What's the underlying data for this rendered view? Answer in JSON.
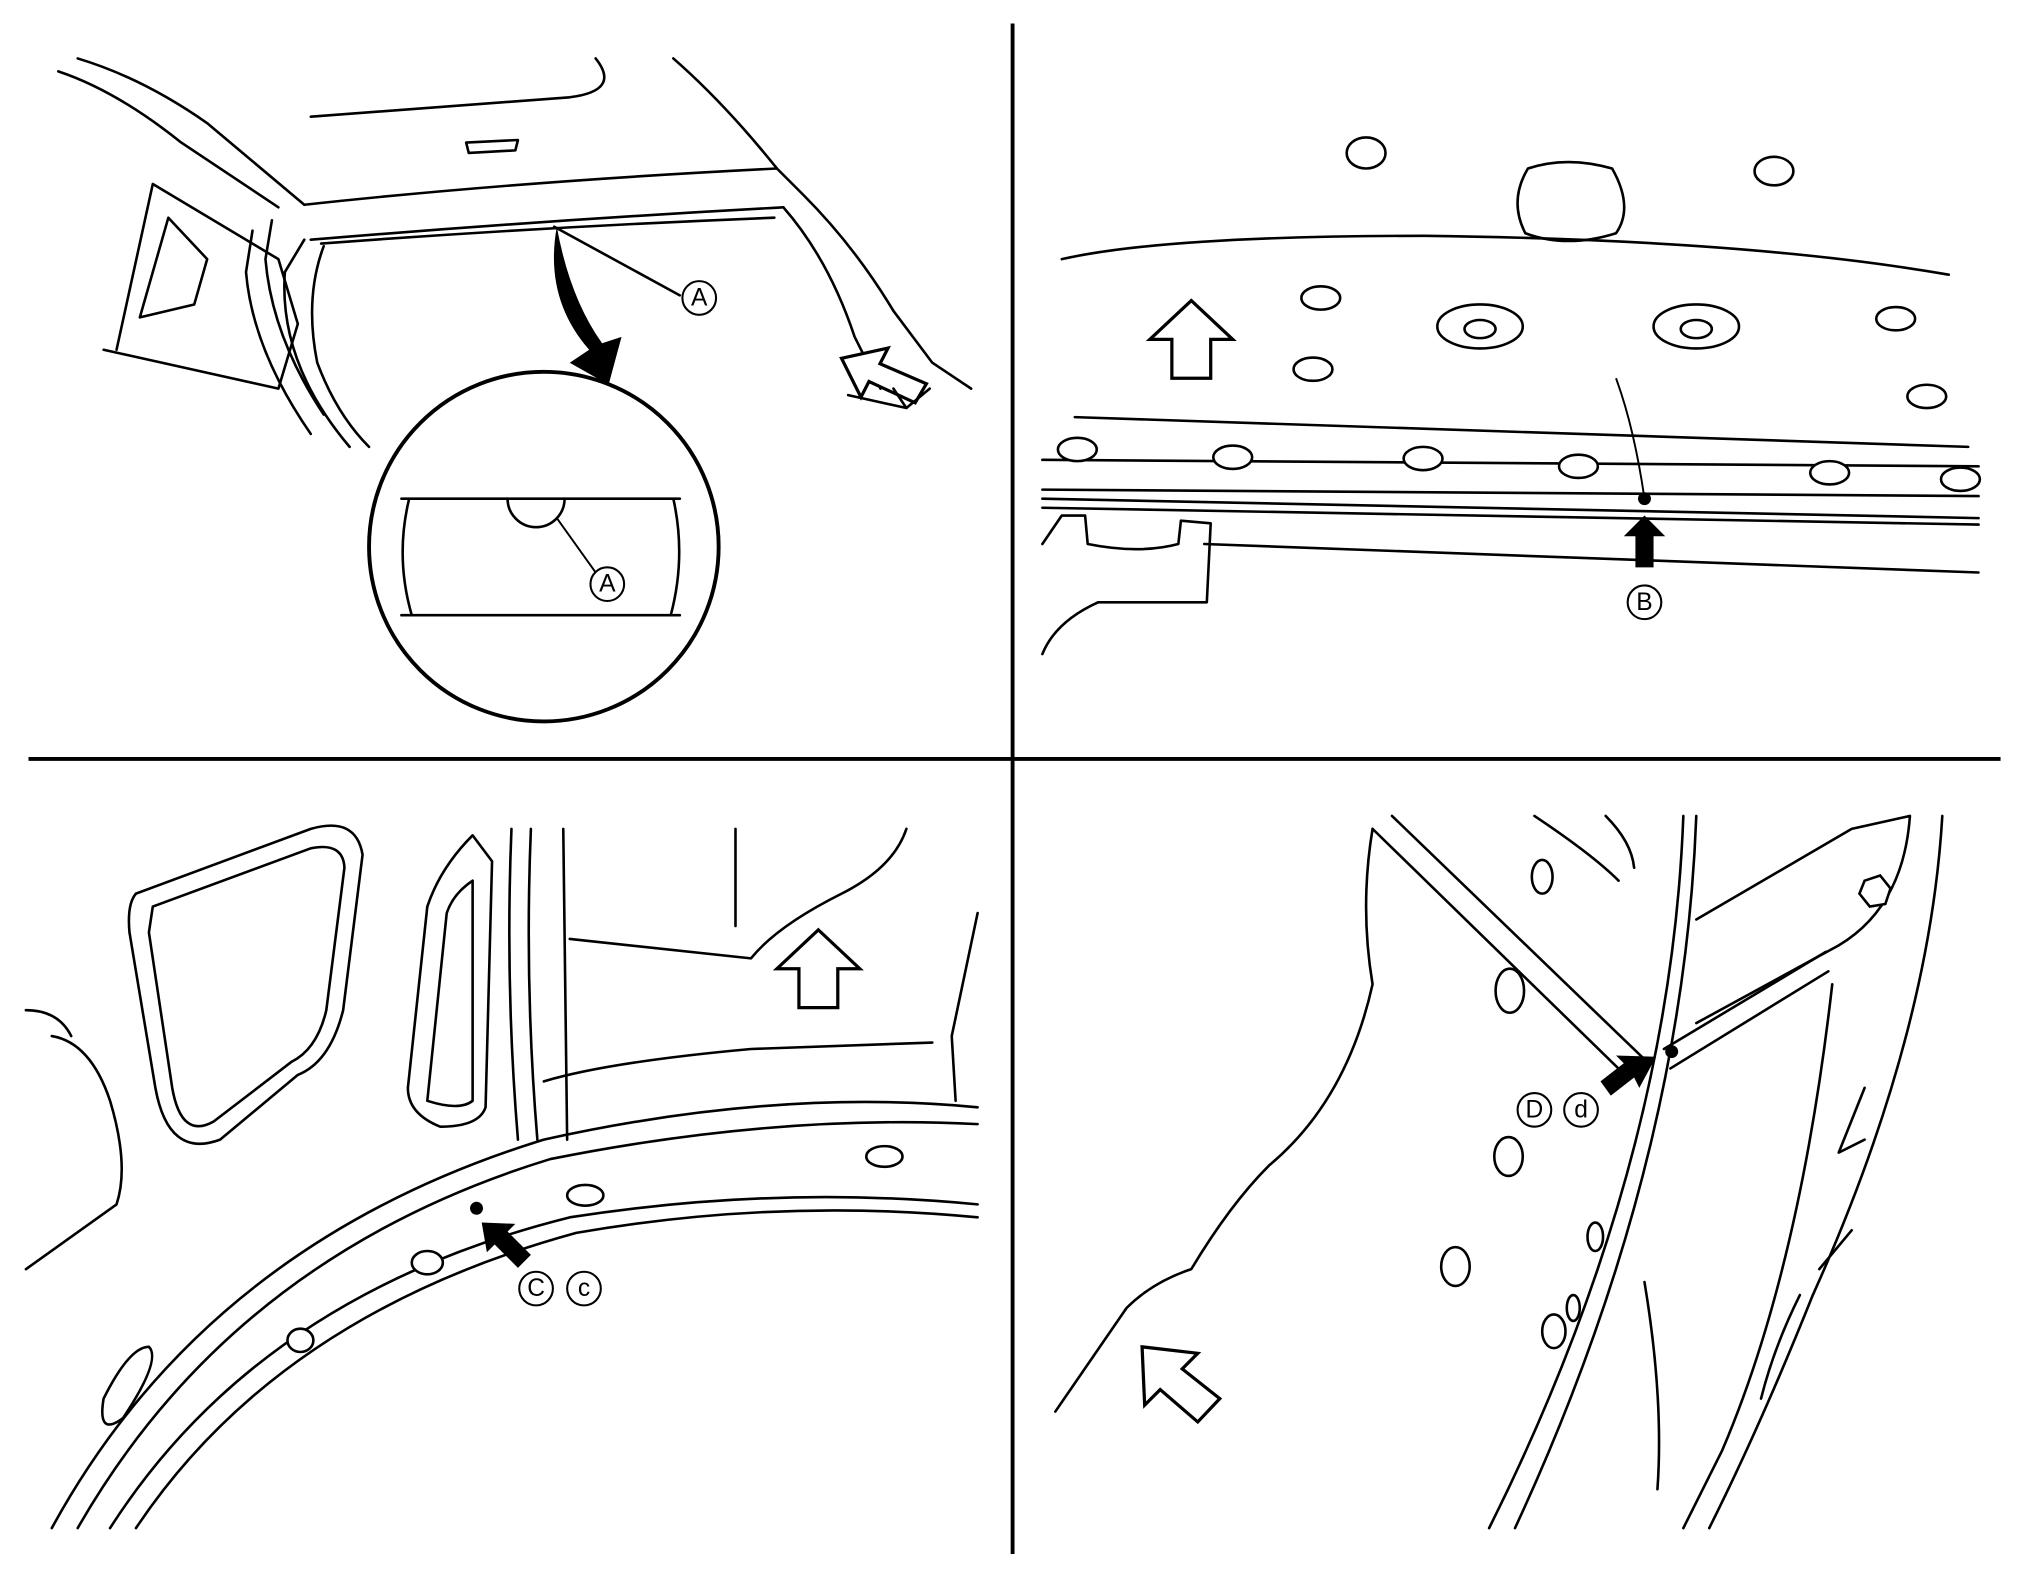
{
  "panels": {
    "top_left": {
      "labels": [
        "A",
        "A"
      ]
    },
    "top_right": {
      "labels": [
        "B"
      ]
    },
    "bottom_left": {
      "labels": [
        "C",
        "c"
      ]
    },
    "bottom_right": {
      "labels": [
        "D",
        "d"
      ]
    }
  },
  "colors": {
    "line": "#000000",
    "background": "#ffffff"
  }
}
